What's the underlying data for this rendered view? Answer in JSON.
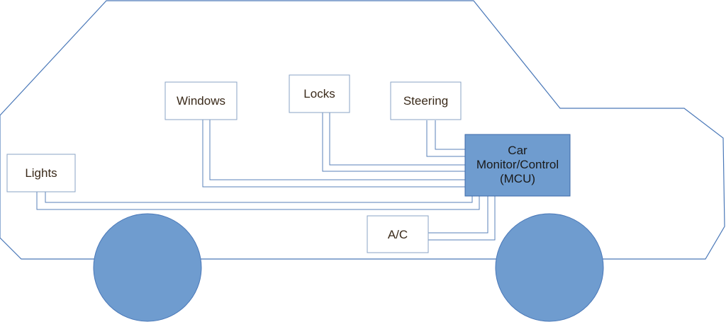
{
  "diagram": {
    "nodes": {
      "windows": "Windows",
      "locks": "Locks",
      "steering": "Steering",
      "lights": "Lights",
      "ac": "A/C",
      "mcu": [
        "Car",
        "Monitor/Control",
        "(MCU)"
      ]
    },
    "colors": {
      "outline": "#4a78b8",
      "wire": "#5a82b8",
      "fill_blue": "#6f9ccf",
      "box_border": "#8aa3c4"
    }
  }
}
